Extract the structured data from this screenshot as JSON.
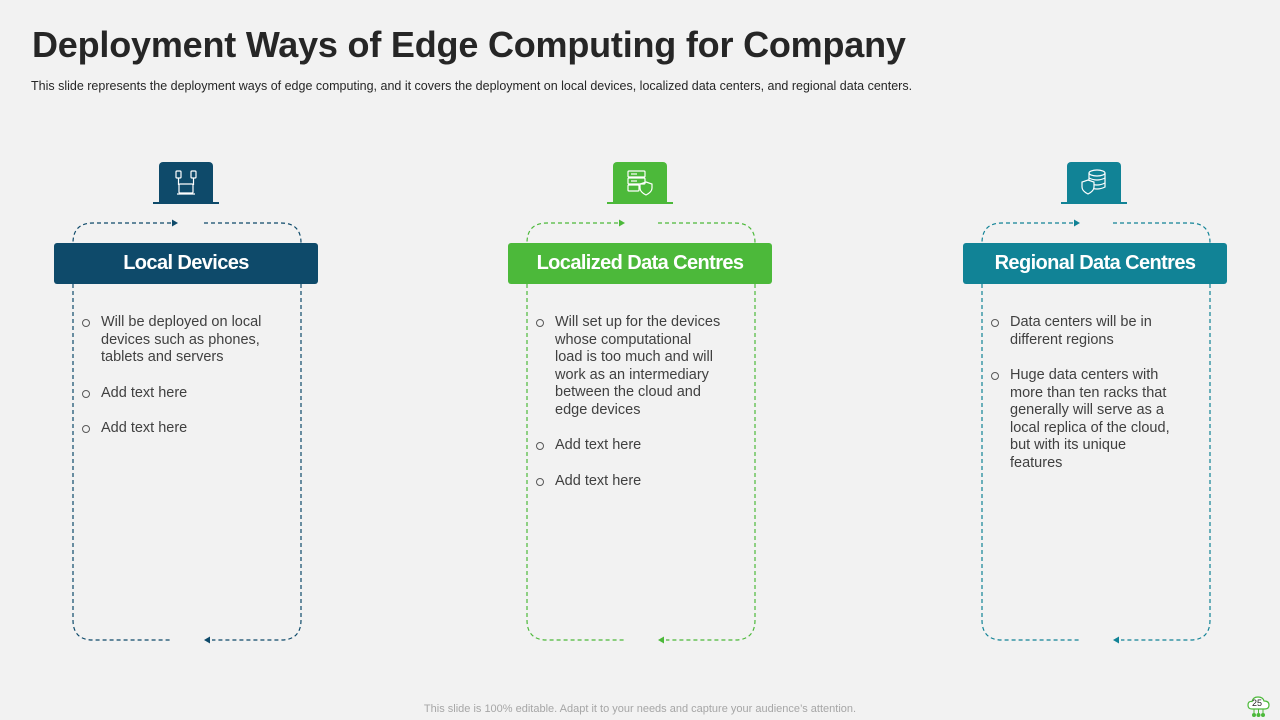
{
  "slide": {
    "title": "Deployment Ways of Edge Computing for Company",
    "subtitle": "This slide represents the deployment ways of edge computing, and it covers the deployment on local devices, localized data centers, and regional data centers.",
    "footer": "This slide is 100% editable. Adapt it to your needs and capture your audience’s attention.",
    "page_number": "25"
  },
  "columns": [
    {
      "header": "Local Devices",
      "color": "#0e4a6a",
      "icon": "network-devices-icon",
      "bullets": [
        "Will be deployed on local devices such as phones, tablets and servers",
        "Add text here",
        "Add text here"
      ]
    },
    {
      "header": "Localized Data Centres",
      "color": "#4cb93a",
      "icon": "server-shield-icon",
      "bullets": [
        "Will set up for the devices whose computational load is too much and will work as an intermediary between the cloud and edge devices",
        "Add text here",
        "Add text here"
      ]
    },
    {
      "header": "Regional Data Centres",
      "color": "#118396",
      "icon": "database-shield-icon",
      "bullets": [
        "Data centers will be in different regions",
        "Huge data centers with more than ten racks that generally will serve as a local replica of the cloud, but with its unique features"
      ]
    }
  ]
}
